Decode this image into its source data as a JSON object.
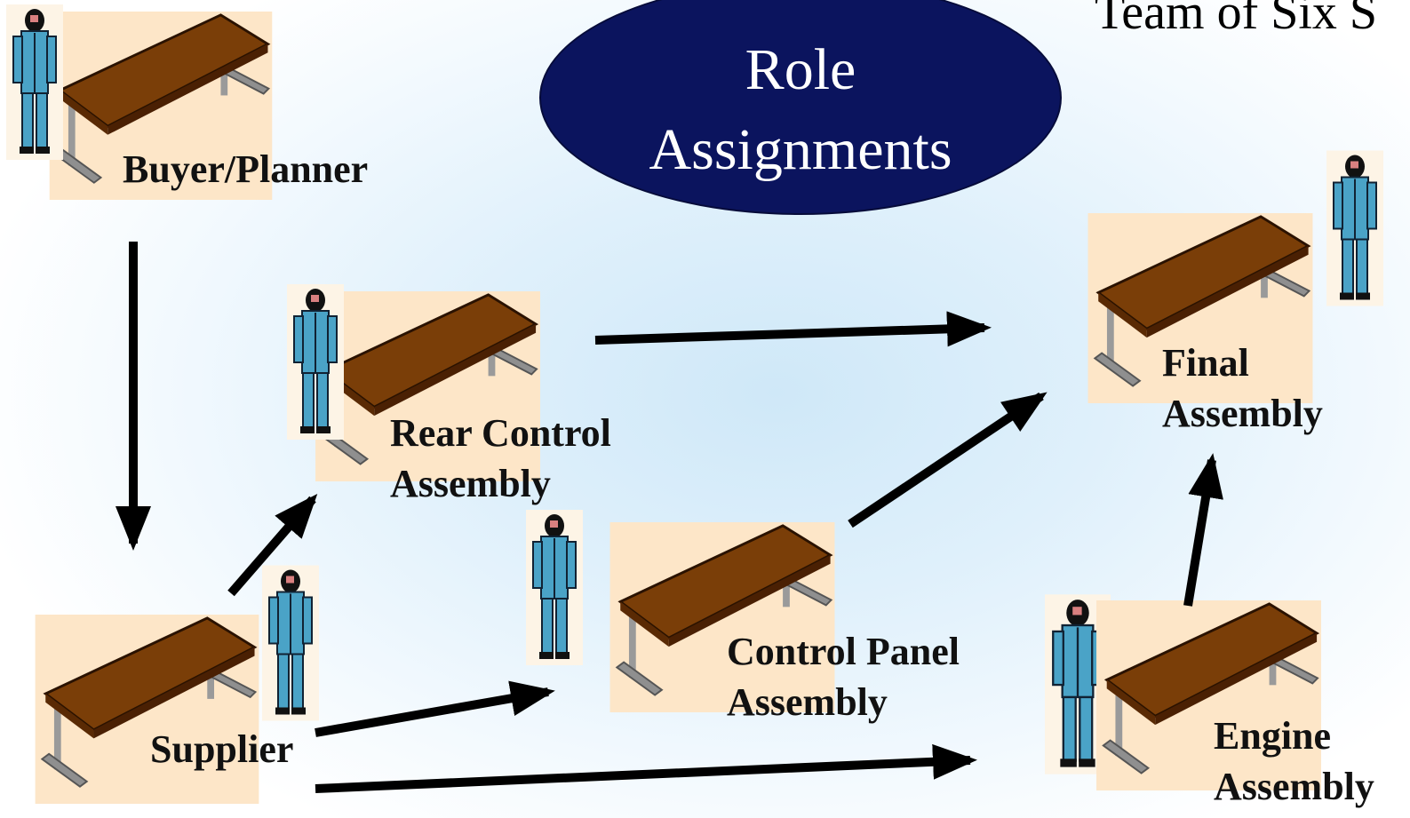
{
  "title": "Role\nAssignments",
  "corner_title": "Team of Six S",
  "stations": {
    "buyer_planner": "Buyer/Planner",
    "supplier": "Supplier",
    "rear_control_1": "Rear Control",
    "rear_control_2": "Assembly",
    "control_panel_1": "Control Panel",
    "control_panel_2": "Assembly",
    "final_1": "Final",
    "final_2": "Assembly",
    "engine_1": "Engine",
    "engine_2": "Assembly"
  },
  "colors": {
    "ellipse": "#0b145e",
    "tile": "#fde6c8",
    "table_top": "#7a3e08",
    "worker": "#4aa3c7"
  }
}
